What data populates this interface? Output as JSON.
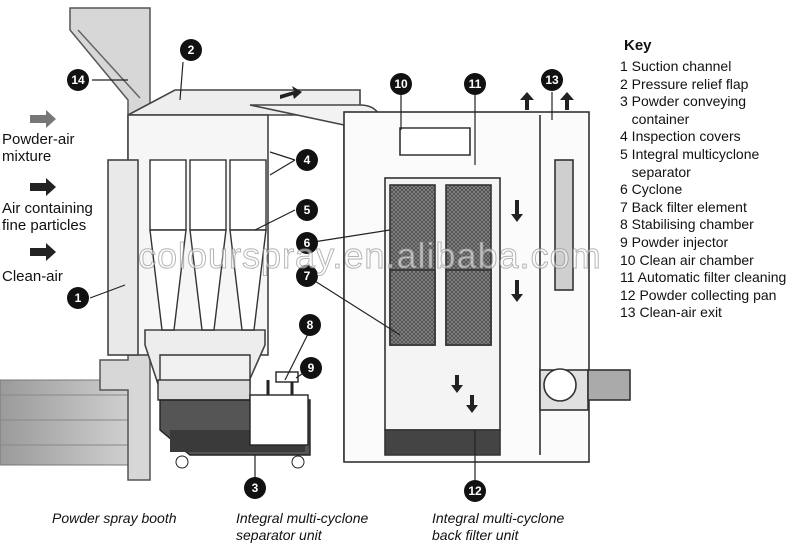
{
  "left_labels": {
    "powder_air": "Powder-air\nmixture",
    "fine_particles": "Air containing\nfine particles",
    "clean_air": "Clean-air"
  },
  "key": {
    "title": "Key",
    "items": [
      "1 Suction channel",
      "2 Pressure relief flap",
      "3 Powder conveying",
      "   container",
      "4 Inspection covers",
      "5 Integral multicyclone",
      "   separator",
      "6 Cyclone",
      "7 Back filter element",
      "8 Stabilising chamber",
      "9 Powder injector",
      "10 Clean air chamber",
      "11 Automatic filter cleaning",
      "12 Powder collecting pan",
      "13 Clean-air exit"
    ]
  },
  "callouts": [
    "1",
    "2",
    "3",
    "4",
    "5",
    "6",
    "7",
    "8",
    "9",
    "10",
    "11",
    "12",
    "13",
    "14"
  ],
  "captions": {
    "booth": "Powder spray booth",
    "separator": "Integral multi-cyclone\nseparator unit",
    "filter": "Integral multi-cyclone\nback filter unit"
  },
  "watermark": "colourspray.en.alibaba.com"
}
